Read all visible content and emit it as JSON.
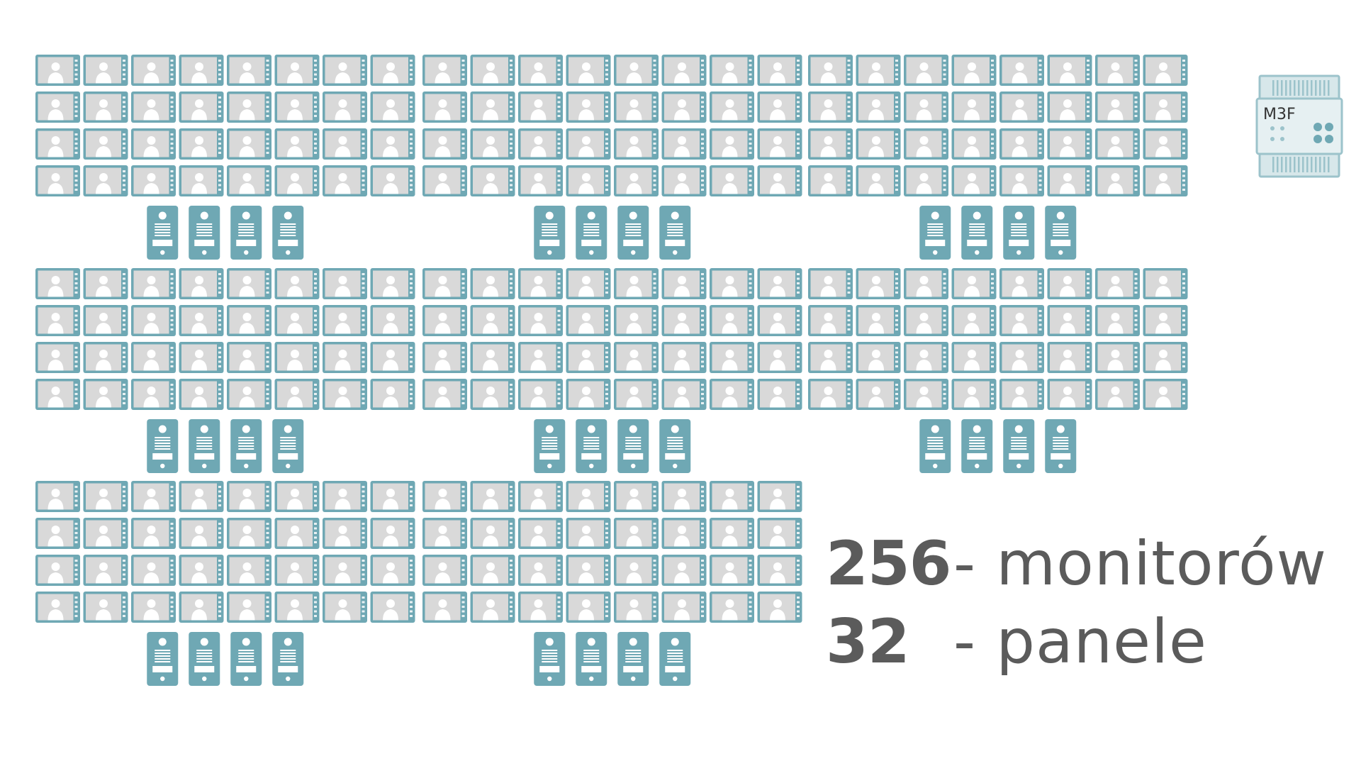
{
  "colors": {
    "device_frame": "#6fa8b4",
    "device_frame_dark": "#5f98a5",
    "monitor_screen": "#d9d9d9",
    "person_icon": "#ffffff",
    "panel_body": "#6fa8b4",
    "panel_detail": "#ffffff",
    "stat_text": "#5b5b5b",
    "controller_body": "#d7e7ea",
    "controller_stroke": "#9cc3cb",
    "controller_text": "#333333"
  },
  "icons": {
    "monitor": "video-monitor-icon",
    "panel": "door-entry-panel-icon",
    "person": "person-silhouette-icon",
    "controller": "din-rail-module-icon"
  },
  "layout_groups": {
    "rows_of_groups": [
      3,
      3,
      2
    ],
    "monitors_per_group": {
      "columns": 8,
      "rows": 4
    },
    "panels_per_group": 4
  },
  "controller": {
    "label": "M3F"
  },
  "stats": [
    {
      "number": "256",
      "label": "- monitorów"
    },
    {
      "number": "32",
      "label": "- panele"
    }
  ]
}
